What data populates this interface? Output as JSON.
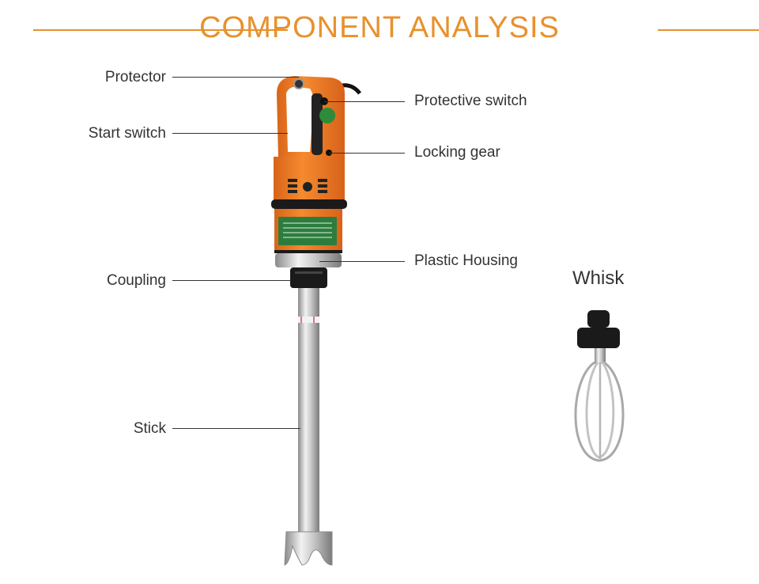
{
  "header": {
    "title": "COMPONENT ANALYSIS"
  },
  "labels": {
    "protector": "Protector",
    "start_switch": "Start switch",
    "coupling": "Coupling",
    "stick": "Stick",
    "protective_switch": "Protective switch",
    "locking_gear": "Locking gear",
    "plastic_housing": "Plastic Housing"
  },
  "accessory": {
    "title": "Whisk"
  },
  "colors": {
    "accent": "#e8912c",
    "body_orange": "#f07e22",
    "steel": "#c8c8c8",
    "black_part": "#1a1a1a"
  }
}
